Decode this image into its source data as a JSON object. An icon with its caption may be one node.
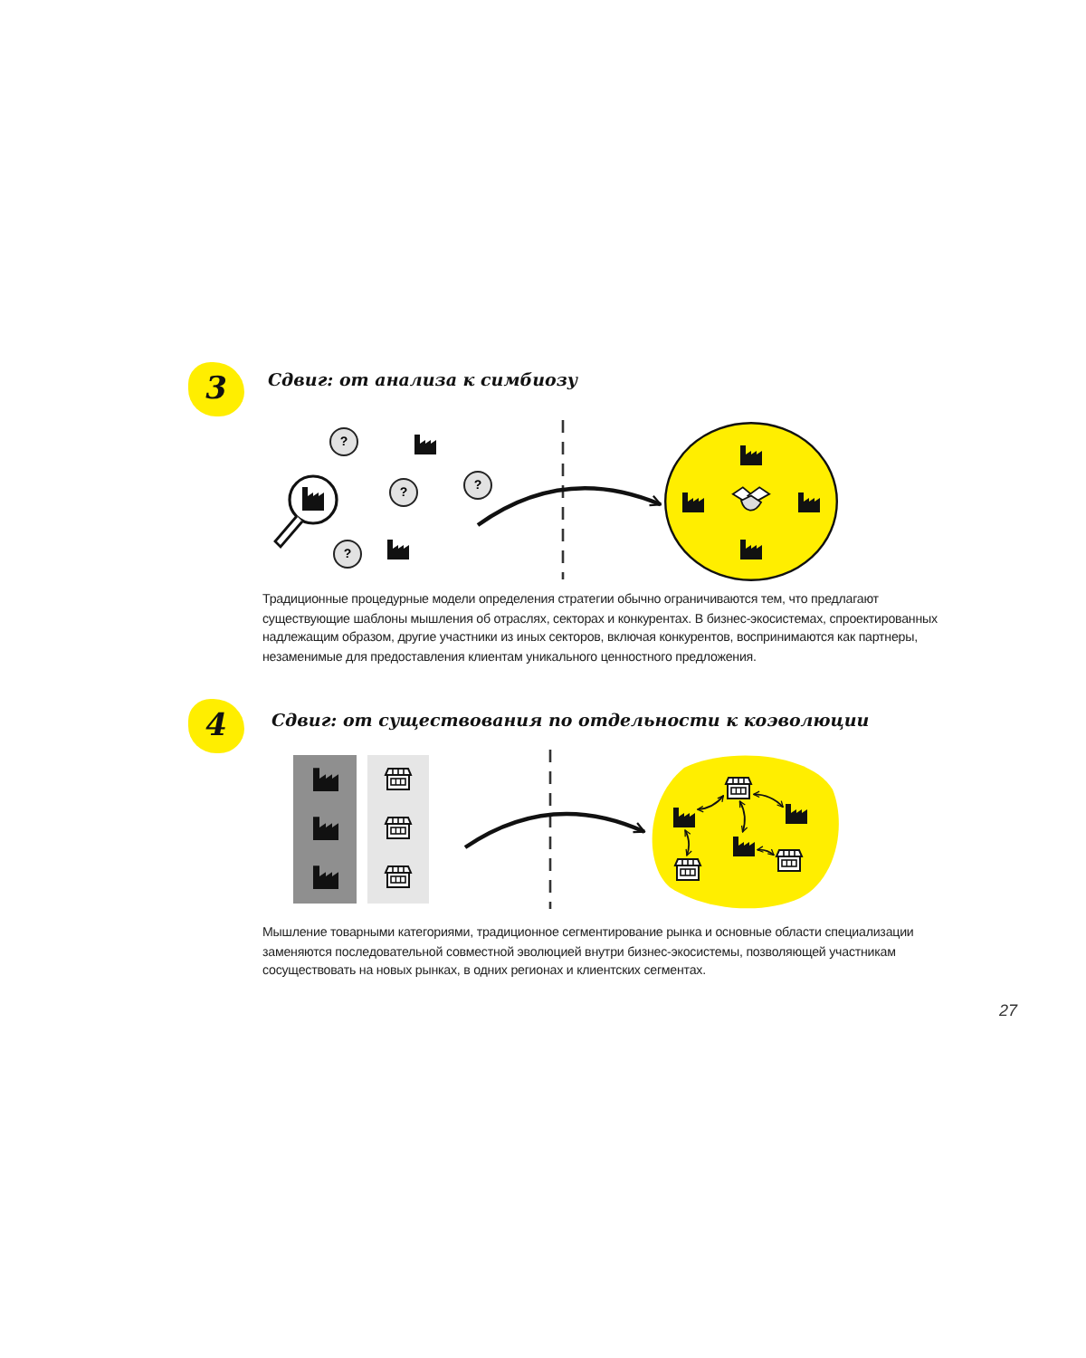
{
  "diagram": {
    "nodes": [
      {
        "text": [
          "3"
        ]
      },
      {
        "text": [
          "?"
        ]
      },
      {
        "text": [
          "?"
        ]
      },
      {
        "text": [
          "?"
        ]
      },
      {
        "text": [
          "?"
        ]
      },
      {
        "text": [],
        "shape": "circle"
      },
      {
        "text": [
          "4"
        ]
      },
      {
        "text": [],
        "shape": "bar"
      },
      {
        "text": [],
        "shape": "bar"
      },
      {
        "text": [],
        "shape": "blob"
      },
      {
        "text": [],
        "shape": "store",
        "in": 9
      },
      {
        "text": [],
        "shape": "factory",
        "in": 9
      },
      {
        "text": [],
        "shape": "factory",
        "in": 9
      },
      {
        "text": [],
        "shape": "factory",
        "in": 9
      },
      {
        "text": [],
        "shape": "store",
        "in": 9
      },
      {
        "text": [],
        "shape": "store",
        "in": 9
      }
    ],
    "edges": [
      {
        "from": null,
        "to": 5,
        "arrow": "to"
      },
      {
        "from": null,
        "to": 9,
        "arrow": "to"
      },
      {
        "from": 10,
        "to": 11,
        "arrow": "both"
      },
      {
        "from": 10,
        "to": 12,
        "arrow": "both"
      },
      {
        "from": 10,
        "to": 13,
        "arrow": "both"
      },
      {
        "from": 11,
        "to": 14,
        "arrow": "both"
      },
      {
        "from": 13,
        "to": 15,
        "arrow": "both"
      }
    ],
    "labels": [
      "Сдвиг: от анализа к симбиозу",
      "Традиционные процедурные модели определения стратегии обычно ограничиваются тем, что предлагают существующие шаблоны мышления об отраслях, секторах и конкурентах. В бизнес-экосистемах, спроектированных надлежащим образом, другие участники из иных секторов, включая конкурентов, воспринимаются как партнеры, незаменимые для предоставления клиентам уникального ценностного предложения.",
      "Сдвиг: от существования по отдельности к коэволюции",
      "Мышление товарными категориями, традиционное сегментирование рынка и основные области специализации заменяются последовательной совместной эволюцией внутри бизнес-экосистемы, позволяющей участникам сосуществовать на новых рынках, в одних регионах и клиентских сегментах.",
      "27"
    ]
  }
}
